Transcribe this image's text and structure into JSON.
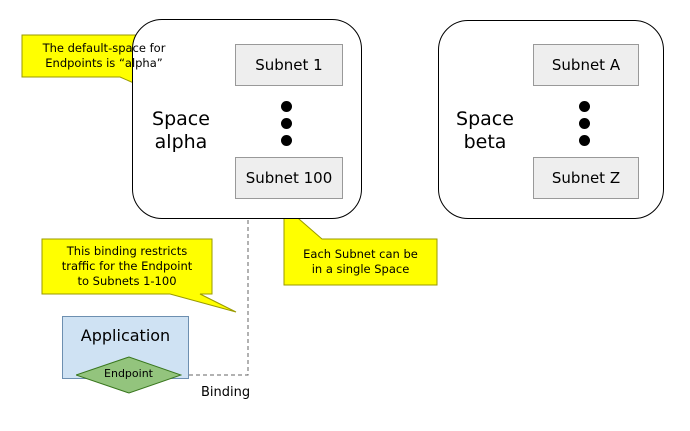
{
  "spaces": [
    {
      "id": "alpha",
      "label_line1": "Space",
      "label_line2": "alpha",
      "subnet_top": "Subnet 1",
      "subnet_bottom": "Subnet 100"
    },
    {
      "id": "beta",
      "label_line1": "Space",
      "label_line2": "beta",
      "subnet_top": "Subnet A",
      "subnet_bottom": "Subnet Z"
    }
  ],
  "callouts": {
    "default_space": {
      "line1": "The default-space for",
      "line2": "Endpoints is “alpha”"
    },
    "binding": {
      "line1": "This binding restricts",
      "line2": "traffic for the Endpoint",
      "line3": "to Subnets 1-100"
    },
    "subnet": {
      "line1": "Each Subnet can be",
      "line2": "in a single Space"
    }
  },
  "application": {
    "title": "Application",
    "endpoint": "Endpoint"
  },
  "binding_label": "Binding",
  "colors": {
    "callout_fill": "#ffff00",
    "callout_stroke": "#9a9a00",
    "subnet_fill": "#eeeeee",
    "application_fill": "#cfe2f3",
    "endpoint_fill": "#93c47d",
    "endpoint_stroke": "#38761d"
  }
}
